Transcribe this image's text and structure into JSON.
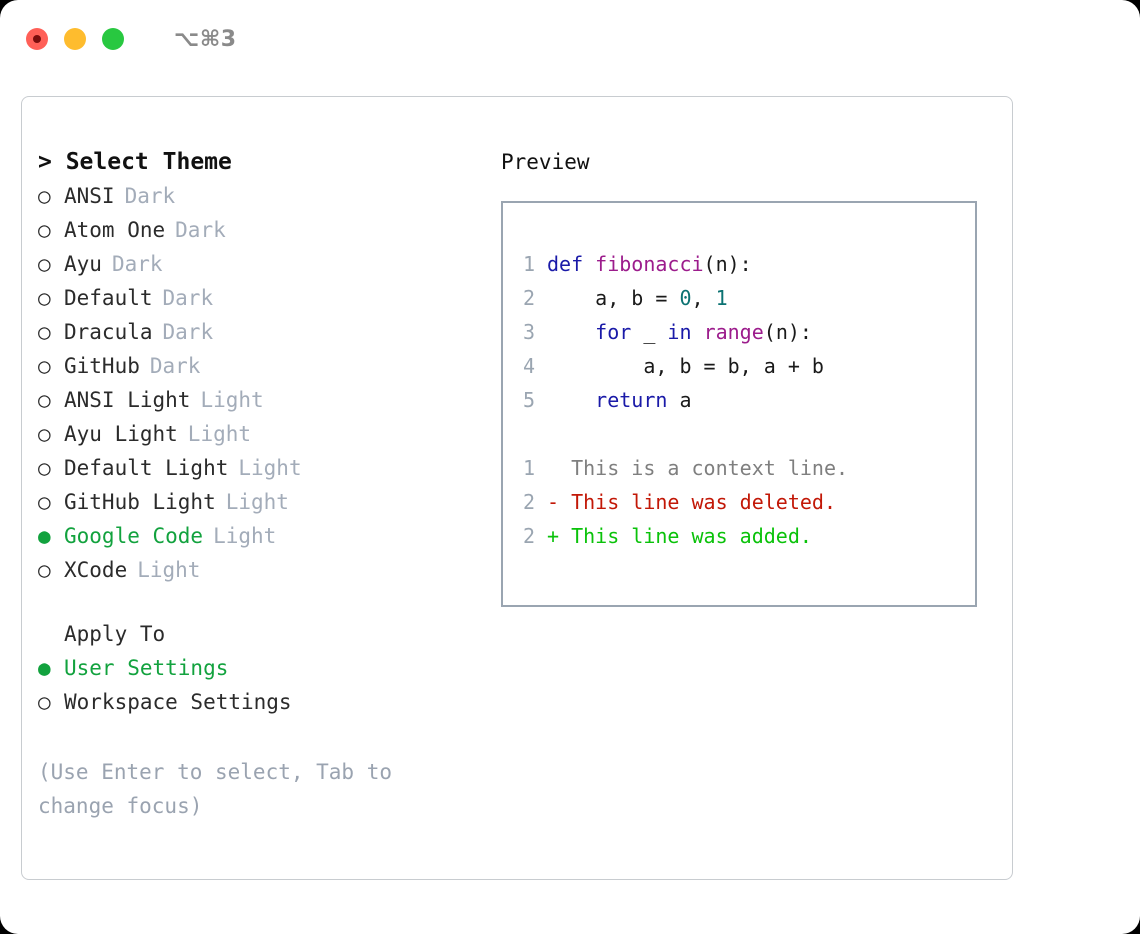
{
  "titlebar": {
    "shortcut": "⌥⌘3",
    "lights": [
      "close",
      "minimize",
      "zoom"
    ]
  },
  "left": {
    "prompt": "> Select Theme",
    "themes": [
      {
        "marker": "○",
        "label": "ANSI",
        "suffix": "Dark",
        "selected": false
      },
      {
        "marker": "○",
        "label": "Atom One",
        "suffix": "Dark",
        "selected": false
      },
      {
        "marker": "○",
        "label": "Ayu",
        "suffix": "Dark",
        "selected": false
      },
      {
        "marker": "○",
        "label": "Default",
        "suffix": "Dark",
        "selected": false
      },
      {
        "marker": "○",
        "label": "Dracula",
        "suffix": "Dark",
        "selected": false
      },
      {
        "marker": "○",
        "label": "GitHub",
        "suffix": "Dark",
        "selected": false
      },
      {
        "marker": "○",
        "label": "ANSI Light",
        "suffix": "Light",
        "selected": false
      },
      {
        "marker": "○",
        "label": "Ayu Light",
        "suffix": "Light",
        "selected": false
      },
      {
        "marker": "○",
        "label": "Default Light",
        "suffix": "Light",
        "selected": false
      },
      {
        "marker": "○",
        "label": "GitHub Light",
        "suffix": "Light",
        "selected": false
      },
      {
        "marker": "●",
        "label": "Google Code",
        "suffix": "Light",
        "selected": true
      },
      {
        "marker": "○",
        "label": "XCode",
        "suffix": "Light",
        "selected": false
      }
    ],
    "apply_to_title": "Apply To",
    "apply_to": [
      {
        "marker": "●",
        "label": "User Settings",
        "selected": true
      },
      {
        "marker": "○",
        "label": "Workspace Settings",
        "selected": false
      }
    ],
    "hint": "(Use Enter to select, Tab to change focus)"
  },
  "right": {
    "preview_title": "Preview",
    "code_lines": [
      {
        "no": "1",
        "tokens": [
          {
            "t": "def ",
            "c": "kw"
          },
          {
            "t": "fibonacci",
            "c": "fn"
          },
          {
            "t": "(n):",
            "c": "plain"
          }
        ]
      },
      {
        "no": "2",
        "tokens": [
          {
            "t": "    a, b = ",
            "c": "plain"
          },
          {
            "t": "0",
            "c": "num"
          },
          {
            "t": ", ",
            "c": "plain"
          },
          {
            "t": "1",
            "c": "num"
          }
        ]
      },
      {
        "no": "3",
        "tokens": [
          {
            "t": "    ",
            "c": "plain"
          },
          {
            "t": "for",
            "c": "kw"
          },
          {
            "t": " _ ",
            "c": "plain"
          },
          {
            "t": "in",
            "c": "kw"
          },
          {
            "t": " ",
            "c": "plain"
          },
          {
            "t": "range",
            "c": "fn"
          },
          {
            "t": "(n):",
            "c": "plain"
          }
        ]
      },
      {
        "no": "4",
        "tokens": [
          {
            "t": "        a, b = b, a + b",
            "c": "plain"
          }
        ]
      },
      {
        "no": "5",
        "tokens": [
          {
            "t": "    ",
            "c": "plain"
          },
          {
            "t": "return",
            "c": "kw"
          },
          {
            "t": " a",
            "c": "plain"
          }
        ]
      }
    ],
    "diff_lines": [
      {
        "no": "1",
        "text": "  This is a context line.",
        "kind": "ctx"
      },
      {
        "no": "2",
        "text": "- This line was deleted.",
        "kind": "del"
      },
      {
        "no": "2",
        "text": "+ This line was added.",
        "kind": "add"
      }
    ]
  },
  "colors": {
    "selected_green": "#12a23e",
    "suffix_gray": "#a3acb9",
    "hint_gray": "#9aa3b0",
    "panel_border": "#9aa5b1",
    "frame_border": "#c8ccd0",
    "keyword_blue": "#1a1aa8",
    "function_magenta": "#9c1c8c",
    "number_teal": "#0b7272",
    "diff_deleted": "#c21807",
    "diff_added": "#0ac20a",
    "light_red": "#ff5f57",
    "light_yellow": "#febc2e",
    "light_green": "#28c840"
  }
}
